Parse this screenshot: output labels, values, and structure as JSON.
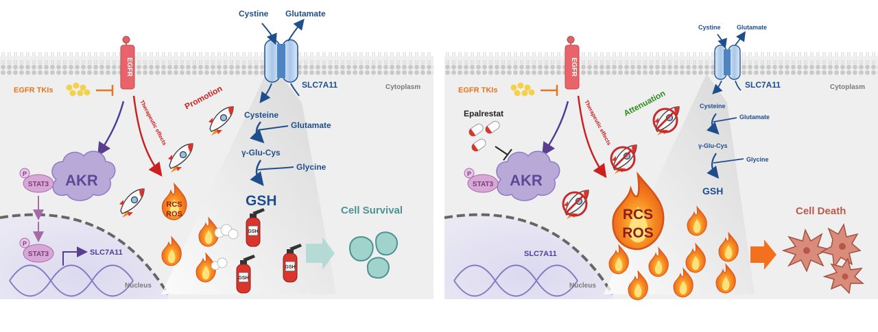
{
  "left": {
    "cystine": "Cystine",
    "glutamate_out": "Glutamate",
    "transporter": "SLC7A11",
    "cytoplasm": "Cytoplasm",
    "egfr": "EGFR",
    "egfr_tkis": "EGFR TKIs",
    "therapeutic": "Therapeutic effects",
    "promotion": "Promotion",
    "cysteine": "Cysteine",
    "glutamate_in": "Glutamate",
    "gglucys": "γ-Glu-Cys",
    "glycine": "Glycine",
    "gsh": "GSH",
    "akr": "AKR",
    "p1": "P",
    "stat3_a": "STAT3",
    "p2": "P",
    "stat3_b": "STAT3",
    "gene": "SLC7A11",
    "rcs": "RCS",
    "ros": "ROS",
    "extinguisher_label": "GSH",
    "outcome": "Cell Survival",
    "nucleus": "Nucleus"
  },
  "right": {
    "cystine": "Cystine",
    "glutamate_out": "Glutamate",
    "transporter": "SLC7A11",
    "cytoplasm": "Cytoplasm",
    "egfr": "EGFR",
    "egfr_tkis": "EGFR TKIs",
    "epalrestat": "Epalrestat",
    "therapeutic": "Therapeutic effects",
    "attenuation": "Attenuation",
    "cysteine": "Cysteine",
    "glutamate_in": "Glutamate",
    "gglucys": "γ-Glu-Cys",
    "glycine": "Glycine",
    "gsh": "GSH",
    "akr": "AKR",
    "p1": "P",
    "stat3": "STAT3",
    "gene": "SLC7A11",
    "rcs": "RCS",
    "ros": "ROS",
    "outcome": "Cell Death",
    "nucleus": "Nucleus"
  },
  "colors": {
    "navy": "#1f4e8c",
    "egfr": "#e8646a",
    "akr": "#b8a9d9",
    "stat3": "#d7a8d6",
    "fire": "#f2701e",
    "survival": "#4d9292",
    "death": "#b85b4c",
    "promotion": "#cc1f1f",
    "attenuation": "#2e8b1e"
  }
}
